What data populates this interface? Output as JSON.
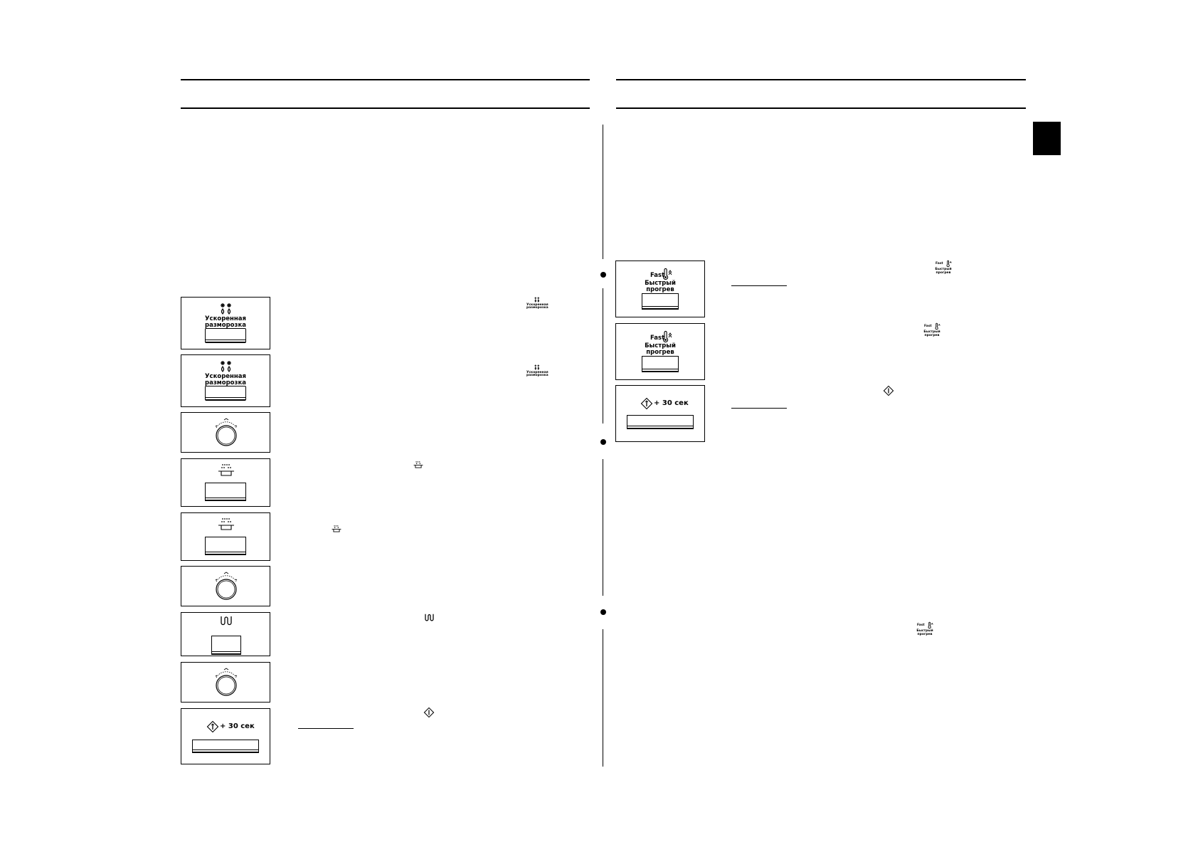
{
  "left_panels": {
    "defrost_1": {
      "icon": "defrost-icon",
      "label_line1": "Ускоренная",
      "label_line2": "разморозка"
    },
    "defrost_2": {
      "icon": "defrost-icon",
      "label_line1": "Ускоренная",
      "label_line2": "разморозка"
    },
    "dial_1": {
      "icon": "dial-knob-icon"
    },
    "steam_1": {
      "icon": "steam-pot-icon"
    },
    "steam_2": {
      "icon": "steam-pot-icon"
    },
    "dial_2": {
      "icon": "dial-knob-icon"
    },
    "grill_1": {
      "icon": "grill-icon"
    },
    "dial_3": {
      "icon": "dial-knob-icon"
    },
    "start_1": {
      "icon": "start-diamond-icon",
      "label": "+ 30 сек"
    }
  },
  "right_panels": {
    "fast_1": {
      "icon": "fast-thermometer-icon",
      "fast_label": "Fast",
      "label_line1": "Быстрый",
      "label_line2": "прогрев"
    },
    "fast_2": {
      "icon": "fast-thermometer-icon",
      "fast_label": "Fast",
      "label_line1": "Быстрый",
      "label_line2": "прогрев"
    },
    "start_2": {
      "icon": "start-diamond-icon",
      "label": "+ 30 сек"
    }
  },
  "inline_icons": {
    "defrost_small_line1": "Ускоренная",
    "defrost_small_line2": "разморозка",
    "fast_small_label": "Fast",
    "fast_small_line1": "Быстрый",
    "fast_small_line2": "прогрев"
  },
  "section_tab": {
    "color": "#000000"
  }
}
